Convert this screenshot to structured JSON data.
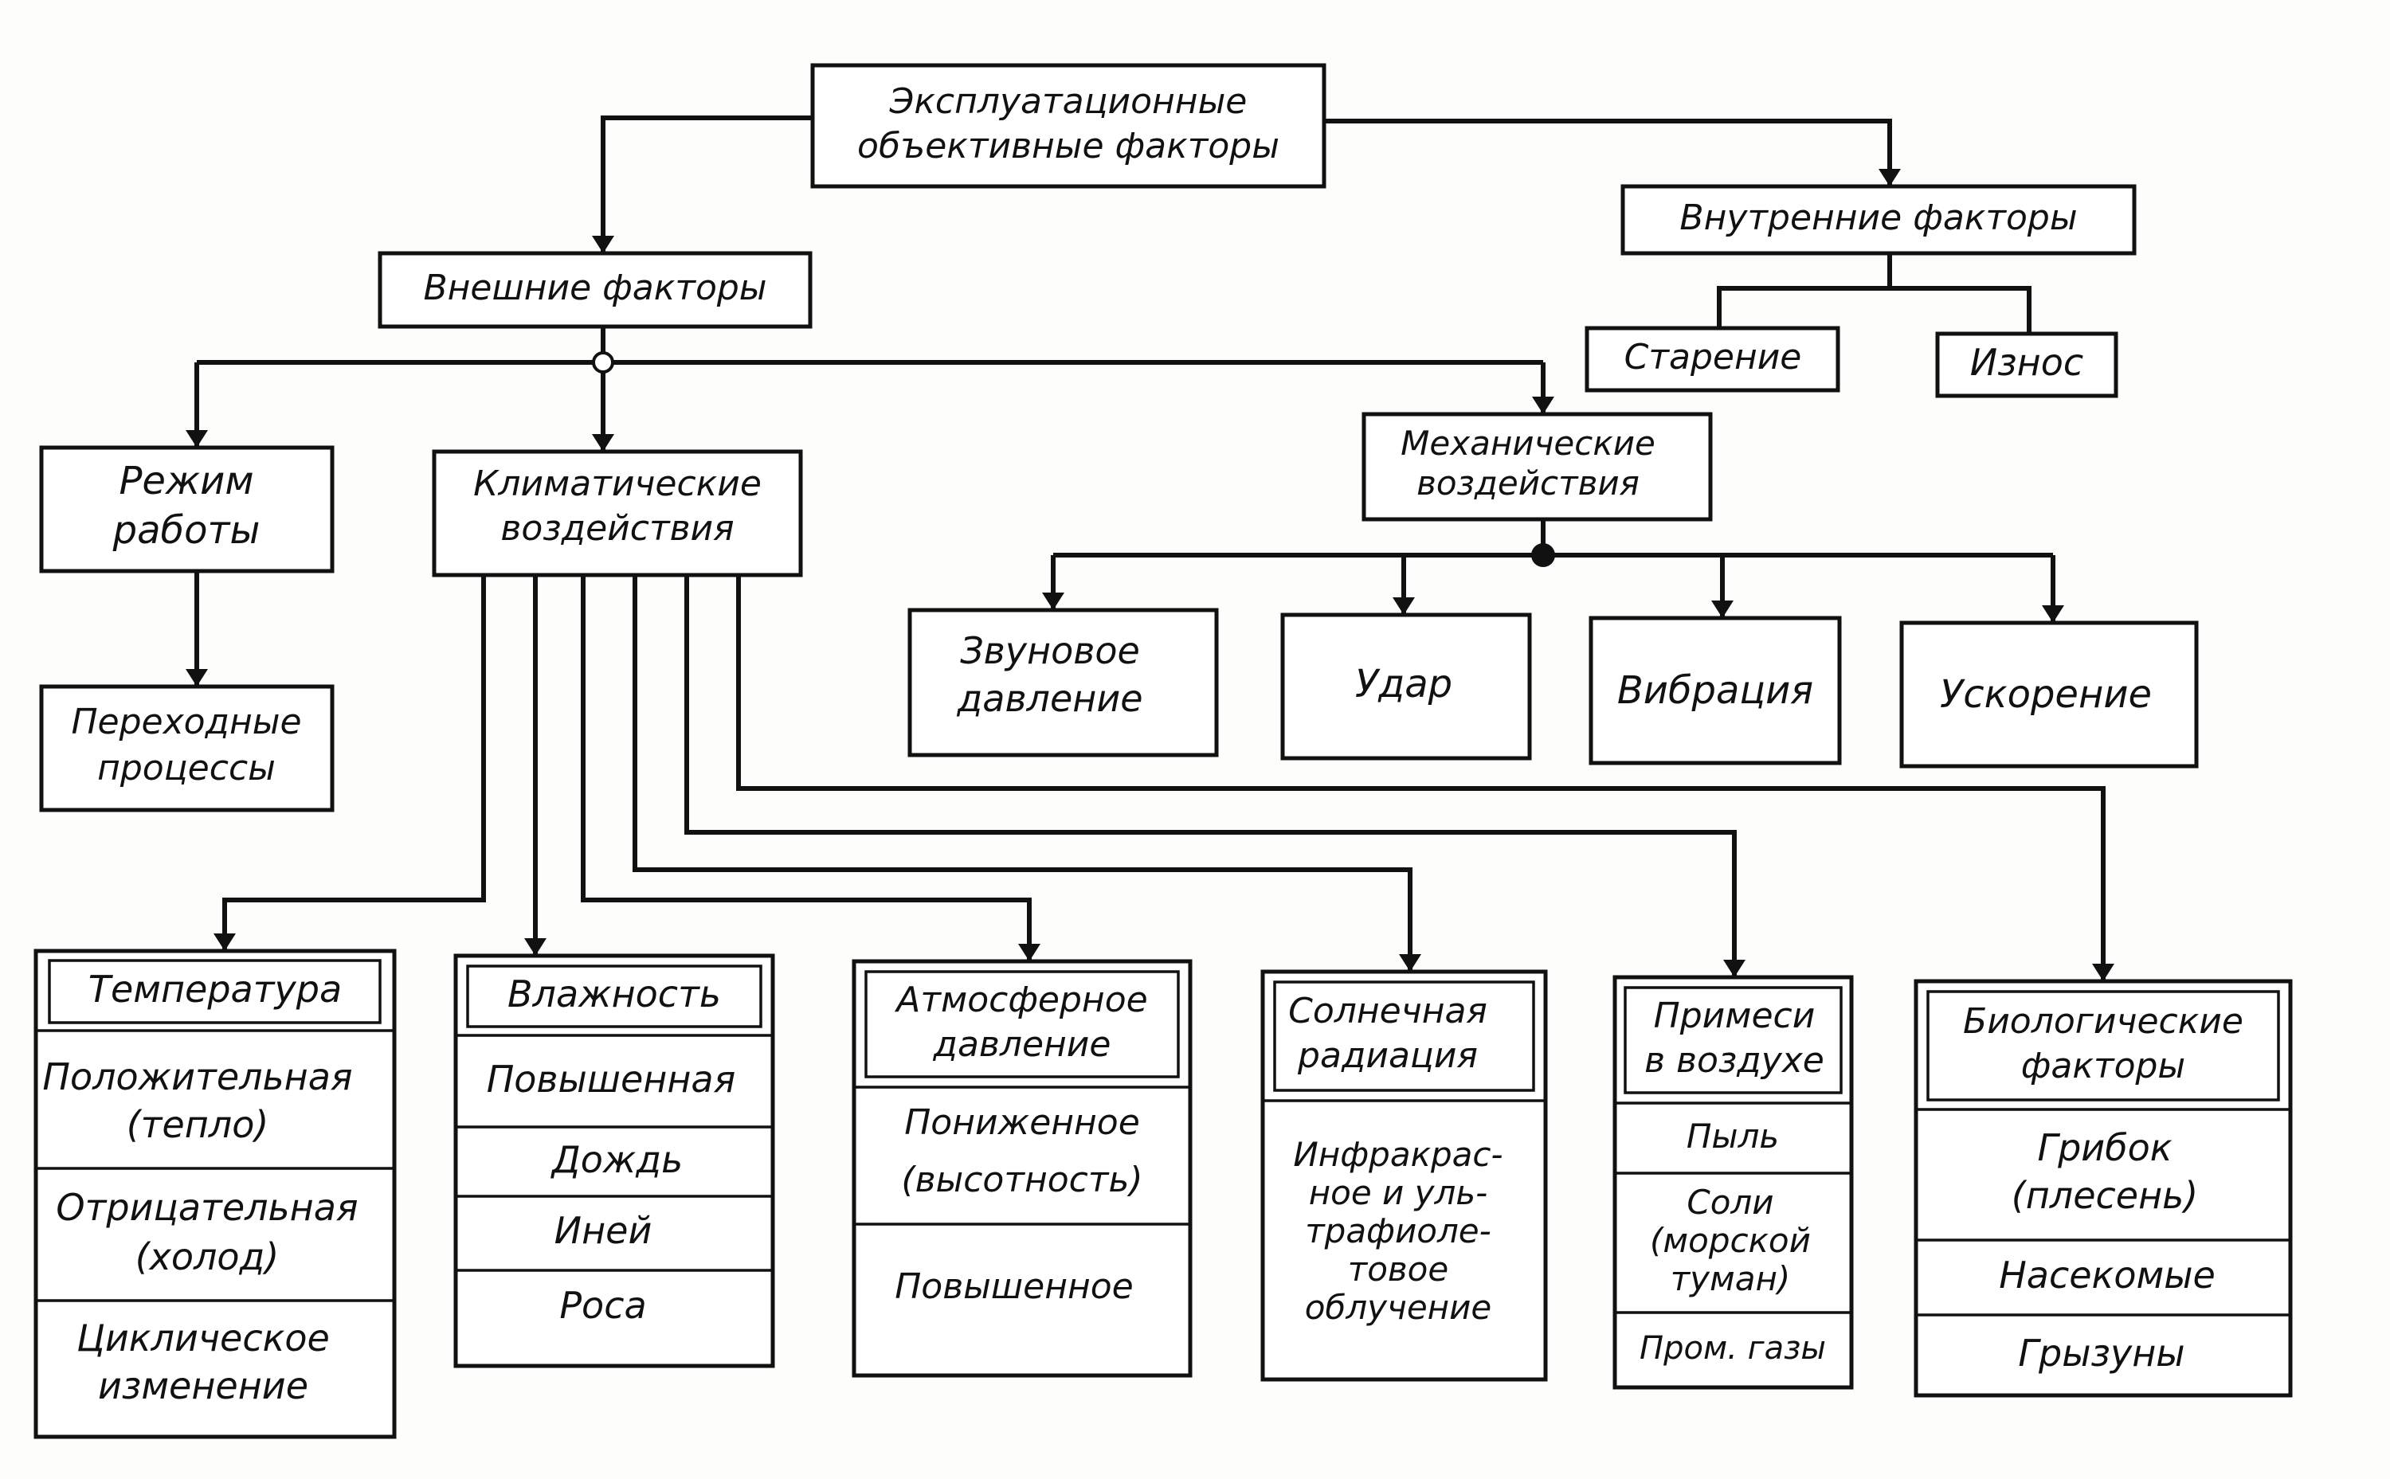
{
  "root": [
    "Эксплуатационные",
    "объективные факторы"
  ],
  "internal": {
    "title": [
      "Внутренние факторы"
    ],
    "aging": [
      "Старение"
    ],
    "wear": [
      "Износ"
    ]
  },
  "external": {
    "title": [
      "Внешние факторы"
    ],
    "work_mode": [
      "Режим",
      "работы"
    ],
    "transients": [
      "Переходные",
      "процессы"
    ],
    "climatic": [
      "Климатические",
      "воздействия"
    ],
    "mechanical": {
      "title": [
        "Механические",
        "воздействия"
      ],
      "sound": [
        "Звуновое",
        "давление"
      ],
      "shock": [
        "Удар"
      ],
      "vibration": [
        "Вибрация"
      ],
      "acceleration": [
        "Ускорение"
      ]
    }
  },
  "climate_tables": {
    "temperature": {
      "header": [
        "Температура"
      ],
      "rows": [
        [
          "Положительная",
          "(тепло)"
        ],
        [
          "Отрицательная",
          "(холод)"
        ],
        [
          "Циклическое",
          "изменение"
        ]
      ]
    },
    "humidity": {
      "header": [
        "Влажность"
      ],
      "rows": [
        [
          "Повышенная"
        ],
        [
          "Дождь"
        ],
        [
          "Иней"
        ],
        [
          "Роса"
        ]
      ]
    },
    "pressure": {
      "header": [
        "Атмосферное",
        "давление"
      ],
      "rows": [
        [
          "Пониженное",
          "(высотность)"
        ],
        [
          "Повышенное"
        ]
      ]
    },
    "solar": {
      "header": [
        "Солнечная",
        "радиация"
      ],
      "rows": [
        [
          "Инфракрас-",
          "ное и уль-",
          "трафиоле-",
          "товое",
          "облучение"
        ]
      ]
    },
    "impurities": {
      "header": [
        "Примеси",
        "в воздухе"
      ],
      "rows": [
        [
          "Пыль"
        ],
        [
          "Соли",
          "(морской",
          "туман)"
        ],
        [
          "Пром. газы"
        ]
      ]
    },
    "biological": {
      "header": [
        "Биологические",
        "факторы"
      ],
      "rows": [
        [
          "Грибок",
          "(плесень)"
        ],
        [
          "Насекомые"
        ],
        [
          "Грызуны"
        ]
      ]
    }
  }
}
